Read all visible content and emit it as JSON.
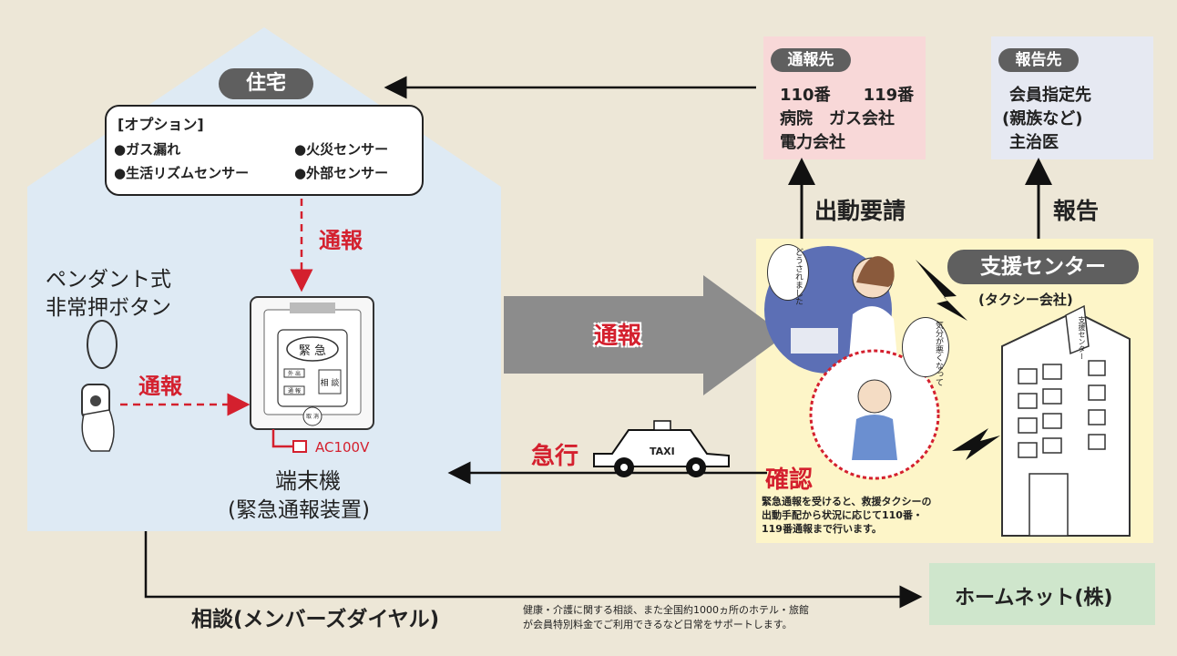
{
  "house": {
    "label": "住宅",
    "options": {
      "title": "[オプション]",
      "items": [
        "●ガス漏れ",
        "●火災センサー",
        "●生活リズムセンサー",
        "●外部センサー"
      ]
    },
    "report_top": "通報",
    "pendant_line1": "ペンダント式",
    "pendant_line2": "非常押ボタン",
    "report_left": "通報",
    "device": {
      "emergency": "緊 急",
      "gaide": "外 出",
      "tsuho": "通 報",
      "sodan": "相 談",
      "torikeshi": "取 消",
      "ac": "AC100V",
      "name1": "端末機",
      "name2": "(緊急通報装置)"
    }
  },
  "report_big": "通報",
  "urgent": "急行",
  "taxi": "TAXI",
  "tsuhosaki": {
    "label": "通報先",
    "lines": [
      "110番　　119番",
      "病院　ガス会社",
      "電力会社"
    ]
  },
  "hokokusaki": {
    "label": "報告先",
    "lines": [
      "会員指定先",
      "(親族など)",
      "主治医"
    ]
  },
  "dispatch_request": "出動要請",
  "report": "報告",
  "center": {
    "label": "支援センター",
    "sub": "(タクシー会社)",
    "bubble1": "どうされました",
    "bubble2": "気分が悪くなって",
    "building_sign": "支援センター",
    "confirm": "確認",
    "desc": "緊急通報を受けると、救援タクシーの出動手配から状況に応じて110番・119番通報まで行います。"
  },
  "consult": {
    "label": "相談(メンバーズダイヤル)",
    "desc1": "健康・介護に関する相談、また全国約1000ヵ所のホテル・旅館",
    "desc2": "が会員特別料金でご利用できるなど日常をサポートします。"
  },
  "homenet": "ホームネット(株)",
  "colors": {
    "house_bg": "#deeaf4",
    "center_bg": "#fdf5c8",
    "tsuhosaki_bg": "#f8d8d8",
    "hokokusaki_bg": "#e6e9f2",
    "homenet_bg": "#cfe6cc",
    "red": "#d4202e",
    "pill": "#5f5f5f"
  }
}
